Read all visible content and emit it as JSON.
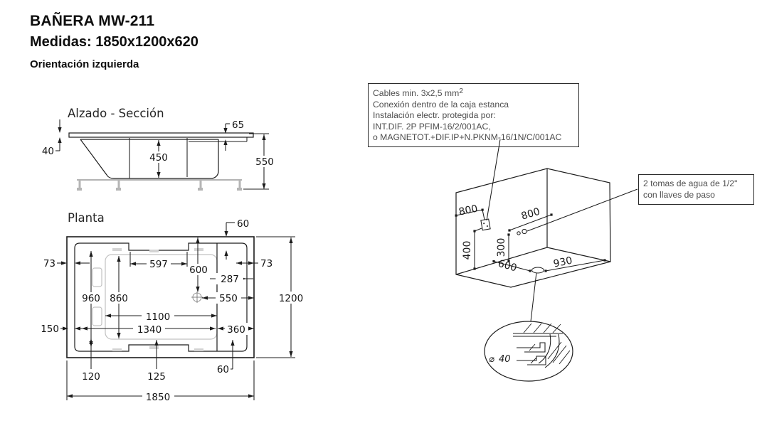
{
  "header": {
    "title": "BAÑERA MW-211",
    "dimensions": "Medidas: 1850x1200x620",
    "orientation": "Orientación izquierda"
  },
  "alzado": {
    "title": "Alzado - Sección",
    "dims": {
      "rim_offset": "65",
      "rim_thickness": "40",
      "inner_depth": "450",
      "total_height": "550"
    }
  },
  "planta": {
    "title": "Planta",
    "dims": {
      "top_inset": "60",
      "left_rim": "73",
      "top_step_width": "597",
      "drain_from_top": "600",
      "right_rim": "73",
      "right_deck": "287",
      "left_inner_length": "960",
      "basin_width": "860",
      "drain_from_right": "550",
      "total_width": "1200",
      "basin_length": "1100",
      "inner_length": "1340",
      "right_deck_total": "360",
      "left_inset": "150",
      "foot_left": "120",
      "foot_mid": "125",
      "bottom_inset": "60",
      "total_length": "1850"
    }
  },
  "installation": {
    "electrical_note": {
      "line1": "Cables min. 3x2,5 mm",
      "line1_sup": "2",
      "line2": "Conexión dentro de la caja estanca",
      "line3": "Instalación electr. protegida por:",
      "line4": "INT.DIF. 2P PFIM-16/2/001AC,",
      "line5": "o MAGNETOT.+DIF.IP+N.PKNM-16/1N/C/001AC"
    },
    "water_note": {
      "line1": "2 tomas de agua de 1/2\"",
      "line2": "con llaves de paso"
    },
    "iso_dims": {
      "outlet_offset": "800",
      "outlet_height": "400",
      "water_offset": "800",
      "water_height": "300",
      "drain_left": "600",
      "drain_right": "930"
    },
    "drain_detail": {
      "symbol": "⌀",
      "value": "40"
    }
  },
  "colors": {
    "line": "#1c1c1c",
    "frame_gray": "#9a9a9a",
    "interior_gray": "#c2c2c2",
    "note_text": "#4d4d4d"
  }
}
